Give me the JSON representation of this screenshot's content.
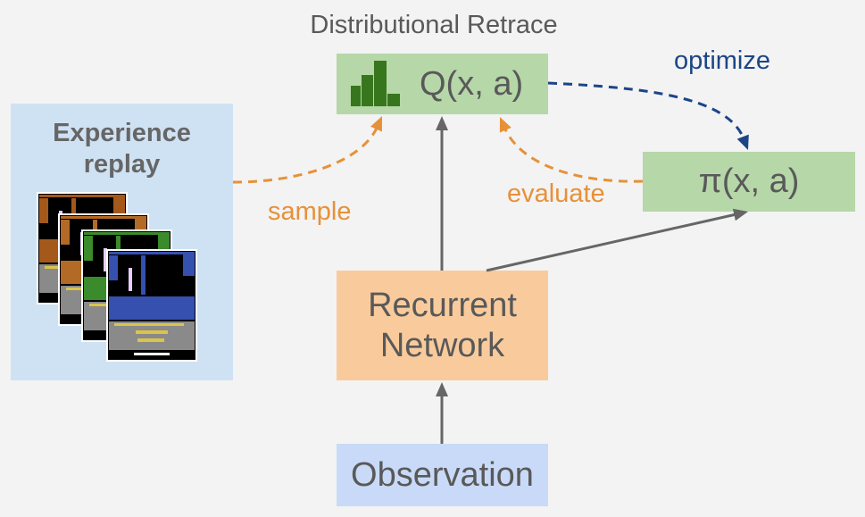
{
  "title": "Distributional Retrace",
  "nodes": {
    "q_value": {
      "label": "Q(x, a)",
      "icon": "bar-chart-icon",
      "fill": "#b6d7a8"
    },
    "policy": {
      "label": "π(x, a)",
      "fill": "#b6d7a8"
    },
    "experience_replay": {
      "label": [
        "Experience",
        "replay"
      ],
      "fill": "#cfe2f3",
      "frame_colors": [
        "#a4591b",
        "#b36a26",
        "#3b8a2c",
        "#3650b0"
      ]
    },
    "recurrent_network": {
      "label": [
        "Recurrent",
        "Network"
      ],
      "fill": "#f9cb9c"
    },
    "observation": {
      "label": "Observation",
      "fill": "#c9daf8"
    }
  },
  "edges": {
    "replay_to_q": {
      "label": "sample",
      "color": "#e69138",
      "dashed": true
    },
    "policy_to_q": {
      "label": "evaluate",
      "color": "#e69138",
      "dashed": true
    },
    "q_to_policy": {
      "label": "optimize",
      "color": "#1c4587",
      "dashed": true
    },
    "network_to_q": {
      "color": "#666666",
      "dashed": false
    },
    "network_to_policy": {
      "color": "#666666",
      "dashed": false
    },
    "observation_to_network": {
      "color": "#666666",
      "dashed": false
    }
  },
  "colors": {
    "background": "#f3f3f3",
    "text": "#595959",
    "replay_text": "#666666",
    "icon": "#38761d"
  }
}
